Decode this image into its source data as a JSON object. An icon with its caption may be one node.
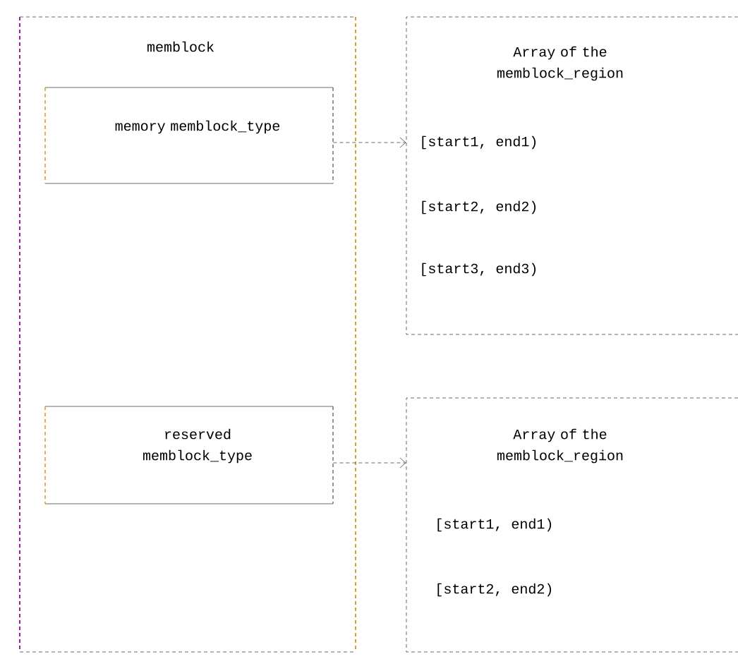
{
  "diagram": {
    "nodes": [
      {
        "text": [
          "memblock"
        ]
      },
      {
        "text": [
          "memory memblock_type"
        ],
        "in": 0
      },
      {
        "text": [
          "reserved memblock_type"
        ],
        "in": 0
      },
      {
        "text": [
          "Array of the memblock_region",
          "[start1, end1)",
          "[start2, end2)",
          "[start3, end3)"
        ]
      },
      {
        "text": [
          "Array of the memblock_region",
          "[start1, end1)",
          "[start2, end2)"
        ]
      }
    ],
    "edges": [
      {
        "from": 1,
        "to": 3,
        "arrow": "to",
        "style": "dashed"
      },
      {
        "from": 2,
        "to": 4,
        "arrow": "to",
        "style": "dashed"
      }
    ]
  }
}
